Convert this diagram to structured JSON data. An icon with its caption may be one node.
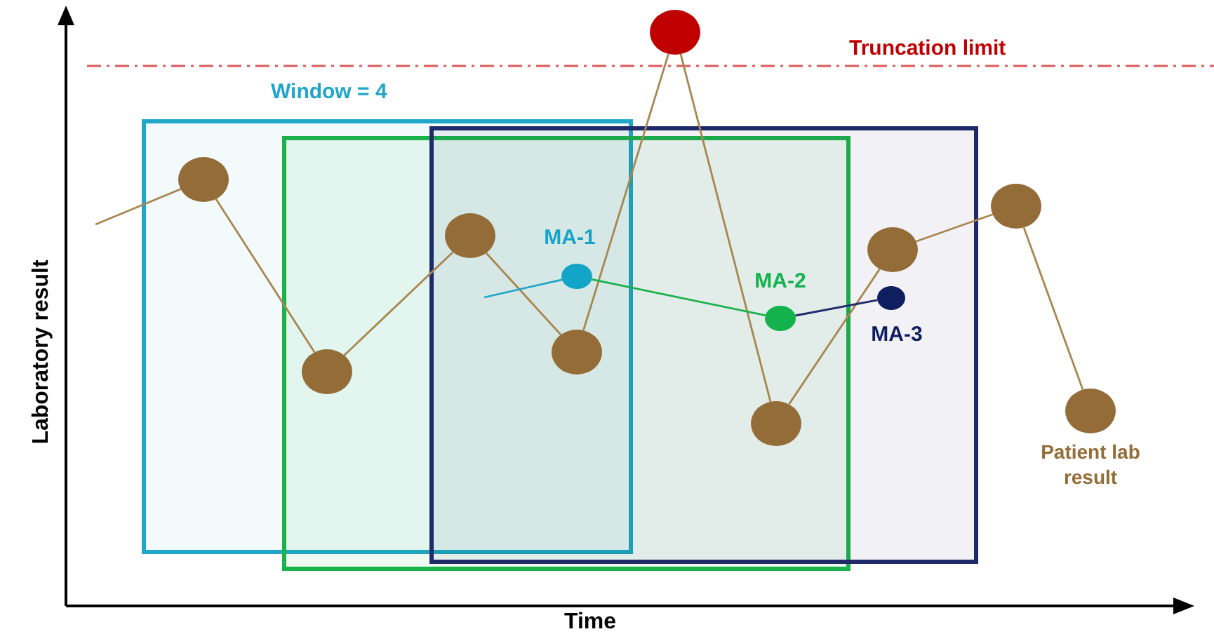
{
  "diagram": {
    "nodes": [
      {
        "text": [],
        "shape": "circle"
      },
      {
        "text": [],
        "shape": "circle"
      },
      {
        "text": [],
        "shape": "circle"
      },
      {
        "text": [],
        "shape": "circle"
      },
      {
        "text": [],
        "shape": "circle"
      },
      {
        "text": [],
        "shape": "circle"
      },
      {
        "text": [],
        "shape": "circle"
      },
      {
        "text": [],
        "shape": "circle"
      },
      {
        "text": [],
        "shape": "circle",
        "beside": [
          "Patient lab result"
        ]
      },
      {
        "text": [],
        "shape": "circle",
        "beside": [
          "MA-1"
        ]
      },
      {
        "text": [],
        "shape": "circle",
        "beside": [
          "MA-2"
        ]
      },
      {
        "text": [],
        "shape": "circle",
        "beside": [
          "MA-3"
        ]
      }
    ],
    "edges": [
      {
        "from": null,
        "to": 0,
        "arrow": "none"
      },
      {
        "from": 0,
        "to": 1,
        "arrow": "none"
      },
      {
        "from": 1,
        "to": 2,
        "arrow": "none"
      },
      {
        "from": 2,
        "to": 3,
        "arrow": "none"
      },
      {
        "from": 3,
        "to": 4,
        "arrow": "none"
      },
      {
        "from": 4,
        "to": 5,
        "arrow": "none"
      },
      {
        "from": 5,
        "to": 6,
        "arrow": "none"
      },
      {
        "from": 6,
        "to": 7,
        "arrow": "none"
      },
      {
        "from": 7,
        "to": 8,
        "arrow": "none"
      },
      {
        "from": null,
        "to": 9,
        "arrow": "none",
        "color": "#1fa6c8"
      },
      {
        "from": 9,
        "to": 10,
        "arrow": "none",
        "color": "#1bb24b"
      },
      {
        "from": 10,
        "to": 11,
        "arrow": "none",
        "color": "#1f2a6b"
      }
    ],
    "labels": [
      "Window = 4",
      "Truncation limit",
      "Laboratory result",
      "Time"
    ]
  }
}
